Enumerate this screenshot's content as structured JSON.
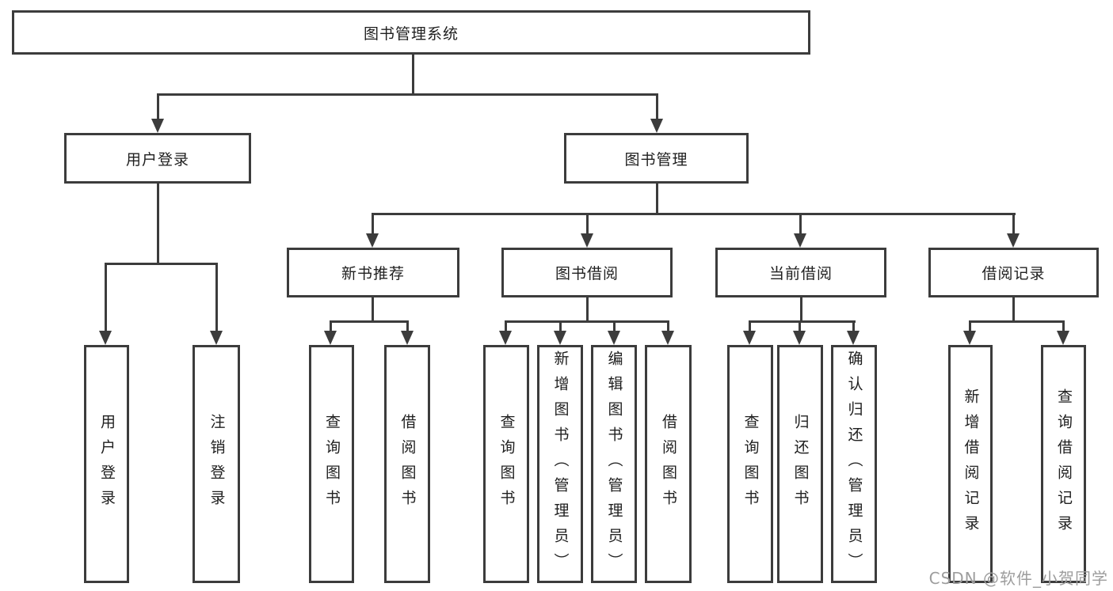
{
  "diagram": {
    "title": "图书管理系统",
    "type": "hierarchy-diagram",
    "colors": {
      "background": "#ffffff",
      "line": "#3c3c3c",
      "box_border": "#3c3c3c",
      "text": "#202020",
      "watermark": "#9d9d9d"
    },
    "watermark": "CSDN @软件_小贺同学"
  },
  "nodes": {
    "root": "图书管理系统",
    "user_login": "用户登录",
    "book_mgmt": "图书管理",
    "new_book_rec": "新书推荐",
    "book_borrow": "图书借阅",
    "current_borrow": "当前借阅",
    "borrow_records": "借阅记录",
    "leaf_user_login": "用户登录",
    "leaf_logout": "注销登录",
    "leaf_rec_query": "查询图书",
    "leaf_rec_borrow": "借阅图书",
    "leaf_bb_query": "查询图书",
    "leaf_bb_add": "新增图书（管理员）",
    "leaf_bb_edit": "编辑图书（管理员）",
    "leaf_bb_borrow": "借阅图书",
    "leaf_cb_query": "查询图书",
    "leaf_cb_return": "归还图书",
    "leaf_cb_confirm": "确认归还（管理员）",
    "leaf_br_add": "新增借阅记录",
    "leaf_br_query": "查询借阅记录"
  },
  "hierarchy": {
    "图书管理系统": {
      "用户登录": [
        "用户登录",
        "注销登录"
      ],
      "图书管理": {
        "新书推荐": [
          "查询图书",
          "借阅图书"
        ],
        "图书借阅": [
          "查询图书",
          "新增图书（管理员）",
          "编辑图书（管理员）",
          "借阅图书"
        ],
        "当前借阅": [
          "查询图书",
          "归还图书",
          "确认归还（管理员）"
        ],
        "借阅记录": [
          "新增借阅记录",
          "查询借阅记录"
        ]
      }
    }
  }
}
